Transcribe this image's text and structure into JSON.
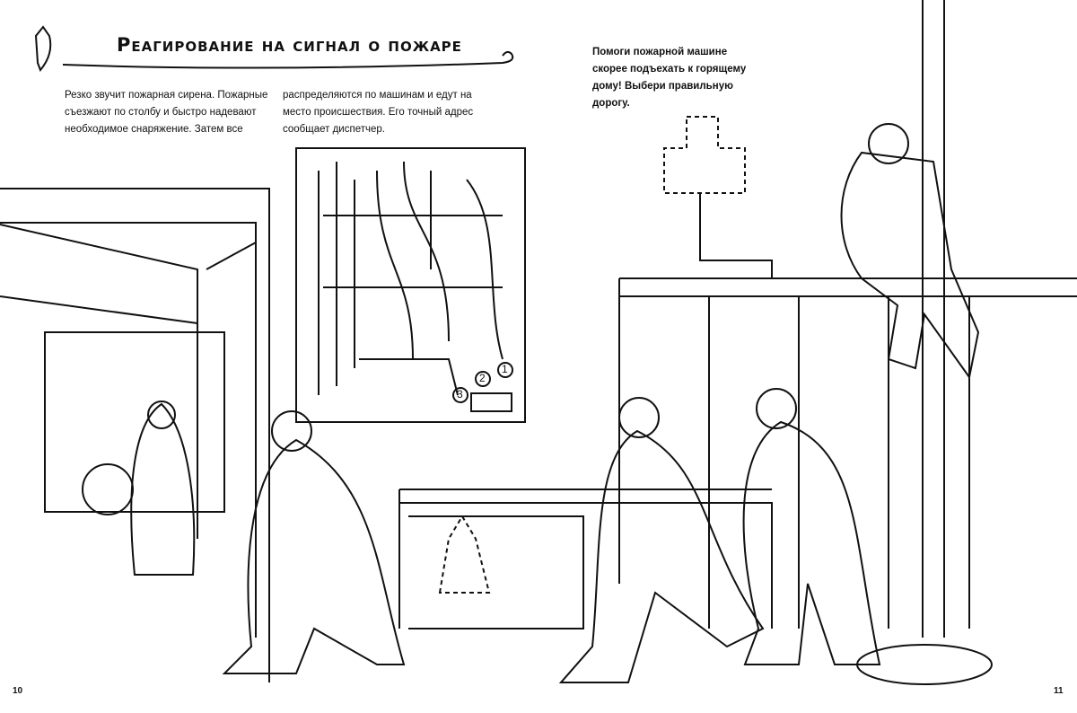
{
  "left_page": {
    "title": "Реагирование на сигнал о пожаре",
    "intro_col1": "Резко звучит пожарная сирена. Пожарные съезжают по столбу и быстро надевают необходимое снаряжение. Затем все",
    "intro_col2": "распределяются по машинам и едут на место происшествия. Его точный адрес сообщает диспетчер.",
    "page_number": "10",
    "maze_labels": [
      "1",
      "2",
      "3"
    ]
  },
  "right_page": {
    "task": "Помоги пожарной машине скорее подъехать к горящему дому! Выбери правильную дорогу.",
    "page_number": "11"
  }
}
